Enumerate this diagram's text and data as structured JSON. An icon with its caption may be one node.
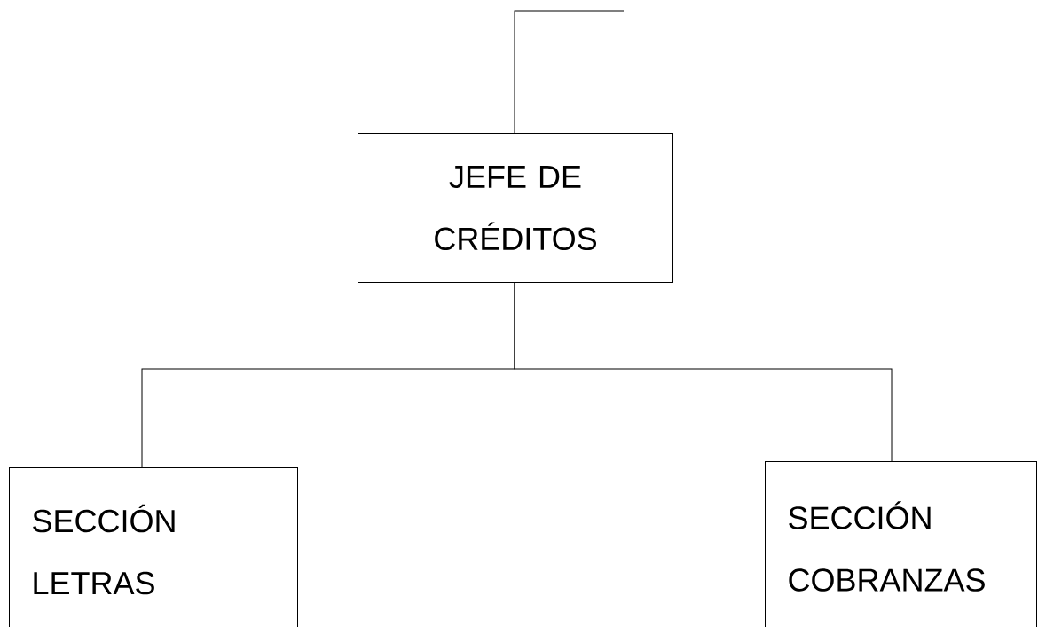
{
  "diagram": {
    "nodes": [
      {
        "text": [
          "JEFE DE CRÉDITOS"
        ]
      },
      {
        "text": [
          "SECCIÓN LETRAS"
        ]
      },
      {
        "text": [
          "SECCIÓN COBRANZAS"
        ]
      }
    ],
    "edges": [
      {
        "from": null,
        "to": 0,
        "arrow": "none"
      },
      {
        "from": 0,
        "to": 1,
        "arrow": "none"
      },
      {
        "from": 0,
        "to": 2,
        "arrow": "none"
      }
    ]
  }
}
